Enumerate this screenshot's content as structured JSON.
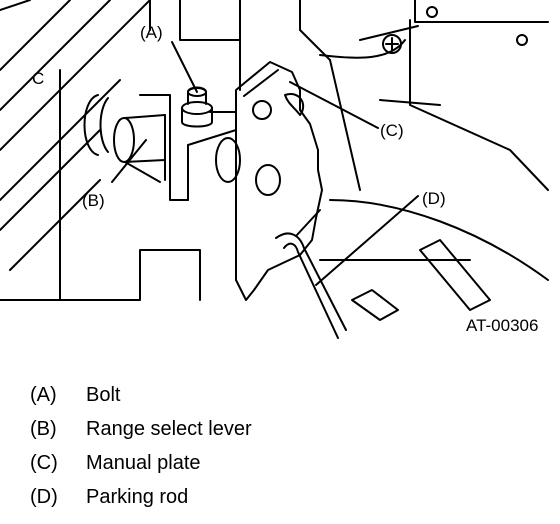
{
  "figure": {
    "id": "AT-00306",
    "callouts": {
      "a": "(A)",
      "b": "(B)",
      "c": "(C)",
      "d": "(D)",
      "c_mark": "C"
    }
  },
  "legend": [
    {
      "key": "(A)",
      "label": "Bolt"
    },
    {
      "key": "(B)",
      "label": "Range select lever"
    },
    {
      "key": "(C)",
      "label": "Manual plate"
    },
    {
      "key": "(D)",
      "label": "Parking rod"
    }
  ]
}
